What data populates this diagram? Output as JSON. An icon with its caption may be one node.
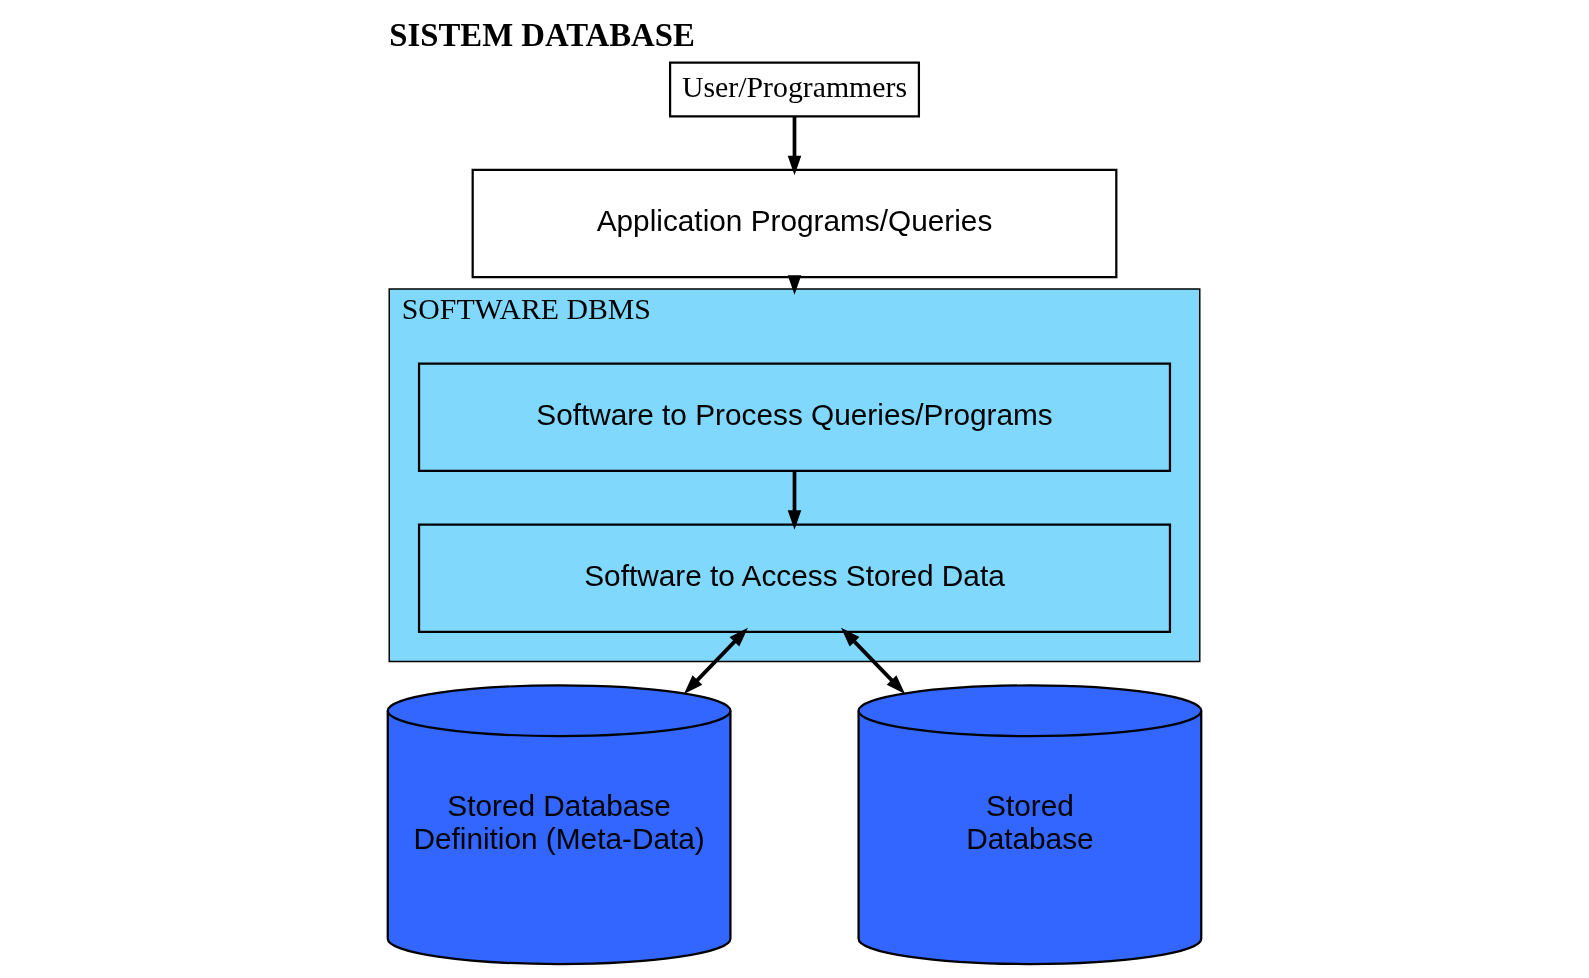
{
  "diagram": {
    "title": "SISTEM DATABASE",
    "nodes": [
      {
        "text": [
          "User/Programmers"
        ]
      },
      {
        "text": [
          "Application Programs/Queries"
        ]
      },
      {
        "text": [
          "SOFTWARE DBMS"
        ]
      },
      {
        "text": [
          "Software to Process Queries/Programs"
        ],
        "in": 2
      },
      {
        "text": [
          "Software to Access Stored Data"
        ],
        "in": 2
      },
      {
        "text": [
          "Stored Database Definition (Meta-Data)"
        ]
      },
      {
        "text": [
          "Stored Database"
        ]
      }
    ],
    "edges": [
      {
        "from": 0,
        "to": 1,
        "arrow": "to"
      },
      {
        "from": 1,
        "to": 2,
        "arrow": "to"
      },
      {
        "from": 3,
        "to": 4,
        "arrow": "to"
      },
      {
        "from": 4,
        "to": 5,
        "arrow": "both"
      },
      {
        "from": 4,
        "to": 6,
        "arrow": "both"
      }
    ]
  }
}
